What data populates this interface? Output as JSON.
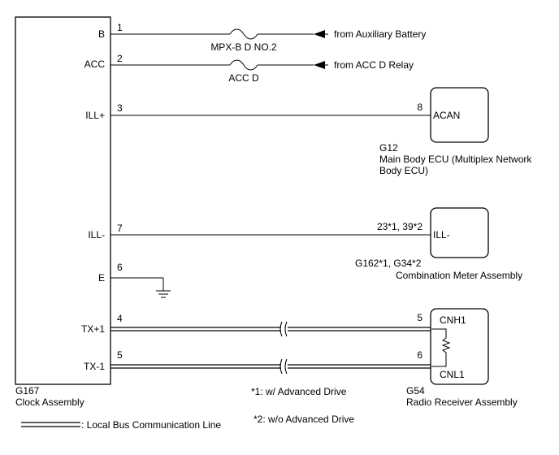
{
  "clock": {
    "id": "G167",
    "name": "Clock Assembly"
  },
  "pins": {
    "b": {
      "label": "B",
      "num": "1"
    },
    "acc": {
      "label": "ACC",
      "num": "2"
    },
    "illp": {
      "label": "ILL+",
      "num": "3"
    },
    "illm": {
      "label": "ILL-",
      "num": "7"
    },
    "e": {
      "label": "E",
      "num": "6"
    },
    "txp": {
      "label": "TX+1",
      "num": "4"
    },
    "txm": {
      "label": "TX-1",
      "num": "5"
    }
  },
  "fuses": {
    "mpx": "MPX-B D NO.2",
    "acc": "ACC D"
  },
  "sources": {
    "aux": "from Auxiliary Battery",
    "accrelay": "from ACC D Relay"
  },
  "ecu": {
    "id": "G12",
    "name_line1": "Main Body ECU (Multiplex Network",
    "name_line2": "Body ECU)",
    "pin_num": "8",
    "pin_label": "ACAN"
  },
  "meter": {
    "id": "G162*1, G34*2",
    "name": "Combination Meter Assembly",
    "pin_num": "23*1, 39*2",
    "pin_label": "ILL-"
  },
  "radio": {
    "id": "G54",
    "name": "Radio Receiver Assembly",
    "pin1_num": "5",
    "pin1_label": "CNH1",
    "pin2_num": "6",
    "pin2_label": "CNL1"
  },
  "notes": {
    "n1": "*1: w/ Advanced Drive",
    "n2": "*2: w/o Advanced Drive",
    "legend": ": Local Bus Communication Line"
  }
}
